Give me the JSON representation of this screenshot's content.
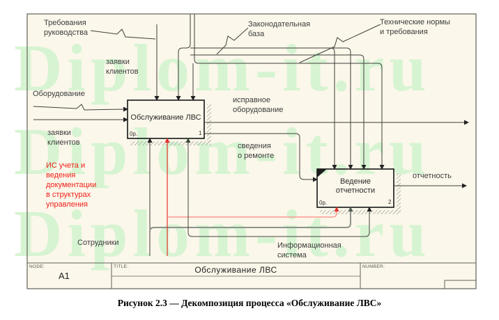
{
  "watermark": {
    "text": "Diplom-it.ru",
    "color": "#d7f4d2"
  },
  "caption": "Рисунок 2.3 — Декомпозиция процесса «Обслуживание ЛВС»",
  "frame": {
    "node_label": "NODE:",
    "node_value": "A1",
    "title_label": "TITLE:",
    "title_value": "Обслуживание ЛВС",
    "number_label": "NUMBER:"
  },
  "boxes": [
    {
      "name": "Обслуживание ЛВС",
      "code": "0р.",
      "num": "1"
    },
    {
      "name": "Ведение\nотчетности",
      "code": "0р.",
      "num": "2"
    }
  ],
  "labels": {
    "trebovaniya": "Требования\nруководства",
    "zayavki_top": "заявки\nклиентов",
    "zakon": "Законодательная\nбаза",
    "tech": "Технические нормы\nи требования",
    "oborudovanie": "Оборудование",
    "zayavki_left": "заявки\nклиентов",
    "ispravnoe": "исправное\nоборудование",
    "svedeniya": "сведения\nо ремонте",
    "is_ucheta": "ИС учета и\nведения\nдокументации\nв структурах\nуправления",
    "sotrudniki": "Сотрудники",
    "inform": "Информационная\nсистема",
    "otchetnost": "отчетность"
  },
  "colors": {
    "background": "#fbf7ea",
    "line": "#3e3e3a",
    "red_line": "#e0332b",
    "red_text": "#f2201a",
    "watermark_green": "#d7f4d2"
  }
}
